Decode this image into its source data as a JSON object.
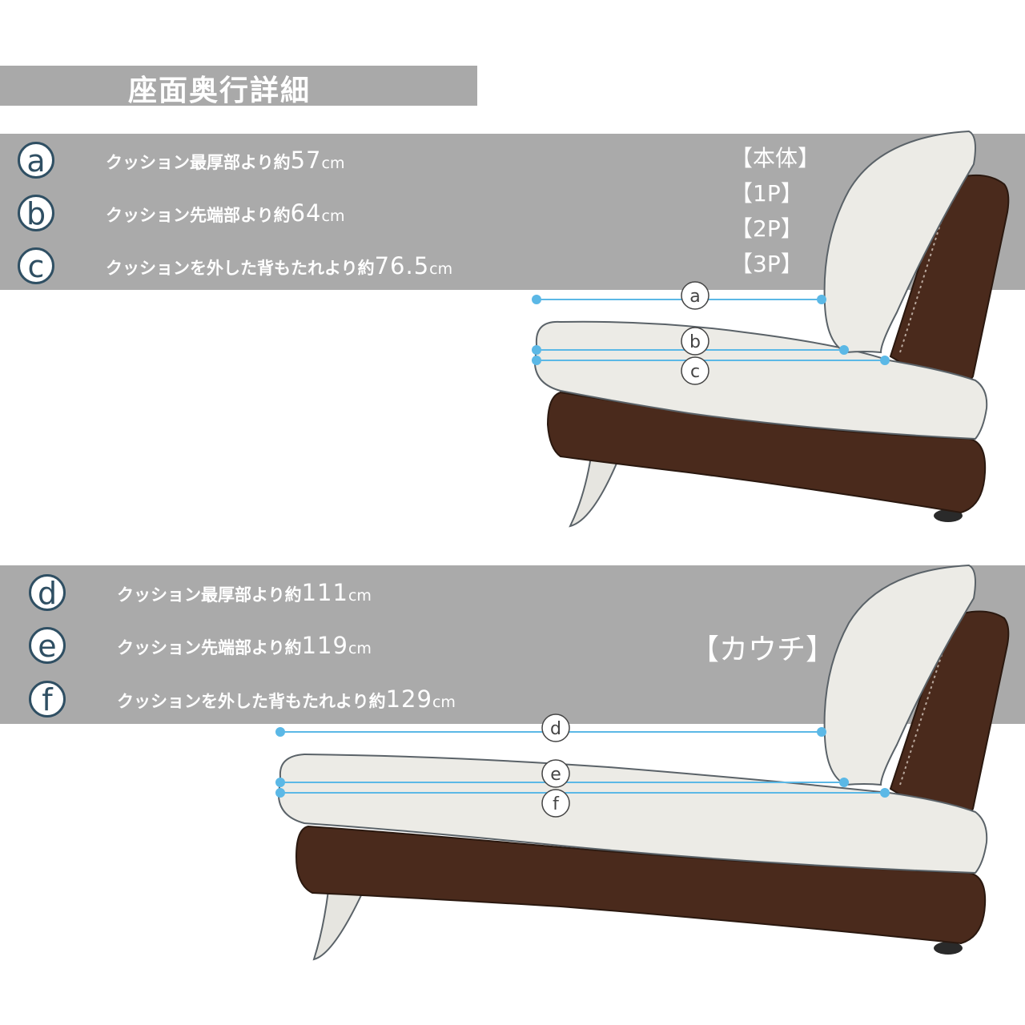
{
  "title": "座面奥行詳細",
  "section1": {
    "rows": [
      {
        "marker": "a",
        "text": "クッション最厚部より約",
        "value": "57",
        "unit": "cm"
      },
      {
        "marker": "b",
        "text": "クッション先端部より約",
        "value": "64",
        "unit": "cm"
      },
      {
        "marker": "c",
        "text": "クッションを外した背もたれより約",
        "value": "76.5",
        "unit": "cm"
      }
    ],
    "variants": [
      "【本体】",
      "【1P】",
      "【2P】",
      "【3P】"
    ]
  },
  "section2": {
    "rows": [
      {
        "marker": "d",
        "text": "クッション最厚部より約",
        "value": "111",
        "unit": "cm"
      },
      {
        "marker": "e",
        "text": "クッション先端部より約",
        "value": "119",
        "unit": "cm"
      },
      {
        "marker": "f",
        "text": "クッションを外した背もたれより約",
        "value": "129",
        "unit": "cm"
      }
    ],
    "variant": "【カウチ】"
  },
  "colors": {
    "band": "#aaaaaa",
    "title_band": "#a9a9a9",
    "marker_border": "#2f4f63",
    "dimension_line": "#5bb8e6",
    "leather": "#4a2a1c",
    "fabric": "#ecebe6"
  }
}
